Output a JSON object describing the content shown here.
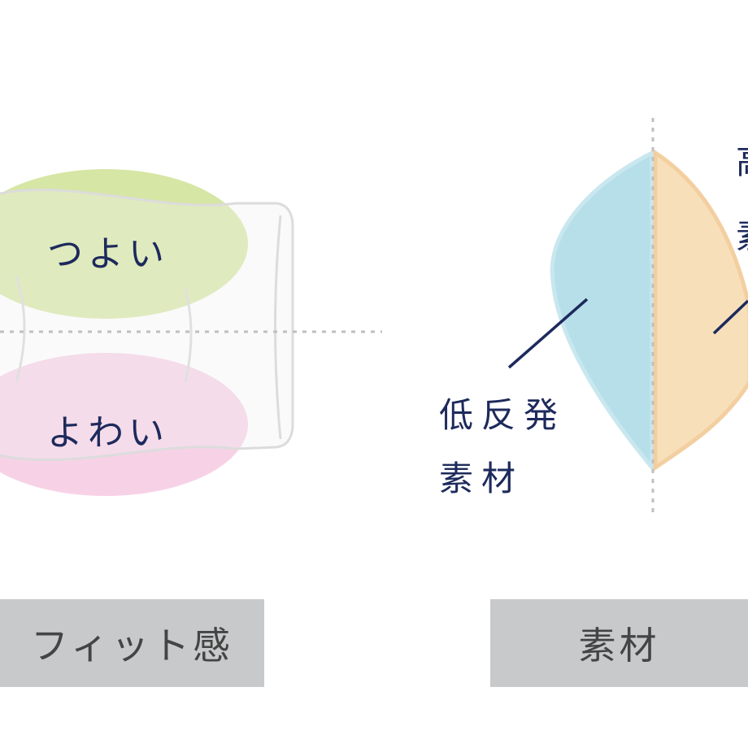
{
  "fit_diagram": {
    "strong_label": "つよい",
    "weak_label": "よわい",
    "colors": {
      "strong": "#d2e39a",
      "weak": "#f6cde3"
    }
  },
  "material_diagram": {
    "low_label_line1": "低反発",
    "low_label_line2": "素材",
    "high_label_line1": "高",
    "high_label_line2": "素",
    "colors": {
      "low": "#b7dfe9",
      "high": "#f7dfba"
    }
  },
  "tags": {
    "fit": "フィット感",
    "material": "素材"
  }
}
